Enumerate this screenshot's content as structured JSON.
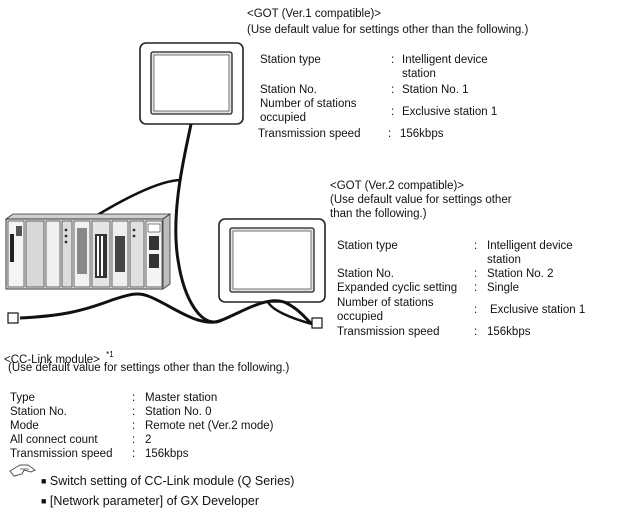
{
  "got1": {
    "heading": "<GOT (Ver.1 compatible)>",
    "note": "(Use default value for settings other than the following.)",
    "settings": [
      {
        "label": "Station type",
        "colon": ":",
        "value": "Intelligent device",
        "value2": "station"
      },
      {
        "label": "Station No.",
        "colon": ":",
        "value": "Station No. 1"
      },
      {
        "label": "Number of stations",
        "label2": "occupied",
        "colon": ":",
        "value": "Exclusive station 1"
      },
      {
        "label": "Transmission speed",
        "colon": ":",
        "value": "156kbps"
      }
    ]
  },
  "got2": {
    "heading": "<GOT (Ver.2 compatible)>",
    "note_lines": [
      "(Use default value for settings other",
      " than the following.)"
    ],
    "settings": [
      {
        "label": "Station type",
        "colon": ":",
        "value": "Intelligent device",
        "value2": "station"
      },
      {
        "label": "Station No.",
        "colon": ":",
        "value": "Station No. 2"
      },
      {
        "label": "Expanded cyclic setting",
        "colon": ":",
        "value": "Single"
      },
      {
        "label": "Number of stations",
        "label2": "occupied",
        "colon": ":",
        "value": "Exclusive station 1"
      },
      {
        "label": "Transmission speed",
        "colon": ":",
        "value": "156kbps"
      }
    ]
  },
  "cclink": {
    "heading": "<CC-Link module>",
    "footnote": "*1",
    "note": "(Use default value for settings other than the following.)",
    "settings": [
      {
        "label": "Type",
        "colon": ":",
        "value": "Master station"
      },
      {
        "label": "Station No.",
        "colon": ":",
        "value": "Station No. 0"
      },
      {
        "label": "Mode",
        "colon": ":",
        "value": "Remote net (Ver.2 mode)"
      },
      {
        "label": "All connect count",
        "colon": ":",
        "value": "2"
      },
      {
        "label": "Transmission speed",
        "colon": ":",
        "value": "156kbps"
      }
    ]
  },
  "references": {
    "icon": "reference-hand-icon",
    "bullet": "■",
    "items": [
      "Switch setting of CC-Link module (Q Series)",
      "[Network parameter] of GX Developer"
    ]
  }
}
